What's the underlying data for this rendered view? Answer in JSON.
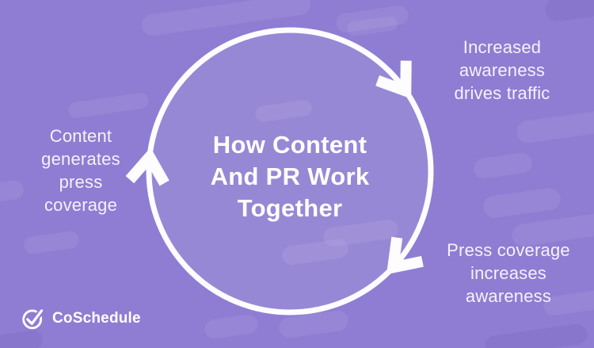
{
  "colors": {
    "background": "#8e7dd2",
    "circle_stroke": "#fdfcff",
    "text": "#f5f2fc",
    "title": "#ffffff",
    "pill_light": "rgba(255,255,255,0.07)",
    "pill_dark": "rgba(47,23,115,0.06)"
  },
  "title": {
    "lines": [
      "How Content",
      "And PR Work",
      "Together"
    ]
  },
  "labels": {
    "top_right": {
      "lines": [
        "Increased",
        "awareness",
        "drives traffic"
      ]
    },
    "bottom_right": {
      "lines": [
        "Press coverage",
        "increases",
        "awareness"
      ]
    },
    "left": {
      "lines": [
        "Content",
        "generates",
        "press",
        "coverage"
      ]
    }
  },
  "footer": {
    "brand": "CoSchedule"
  },
  "icons": {
    "logo": "coschedule-check-circle-icon",
    "arrows": [
      "cycle-arrow-top-right",
      "cycle-arrow-bottom-right",
      "cycle-arrow-left"
    ]
  }
}
